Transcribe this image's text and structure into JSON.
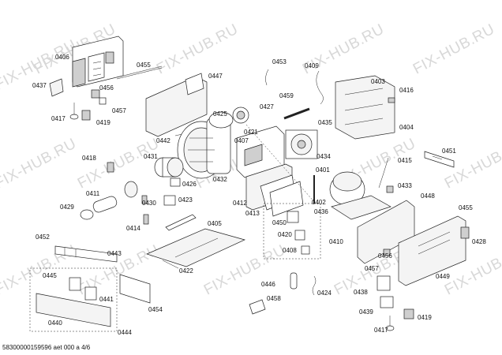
{
  "watermark": "FIX-HUB.RU",
  "footer": "5830000015959­6 aet 000 a 4/6",
  "labels": {
    "l0406": "0406",
    "l0437": "0437",
    "l0455a": "0455",
    "l0447": "0447",
    "l0453": "0453",
    "l0409": "0409",
    "l0403": "0403",
    "l0416": "0416",
    "l0456a": "0456",
    "l0457a": "0457",
    "l0417a": "0417",
    "l0419a": "0419",
    "l0459": "0459",
    "l0427": "0427",
    "l0425": "0425",
    "l0435": "0435",
    "l0404": "0404",
    "l0421": "0421",
    "l0442": "0442",
    "l0407": "0407",
    "l0434": "0434",
    "l0451": "0451",
    "l0418": "0418",
    "l0431": "0431",
    "l0415": "0415",
    "l0401": "0401",
    "l0426": "0426",
    "l0432": "0432",
    "l0433": "0433",
    "l0411": "0411",
    "l0412": "0412",
    "l0448": "0448",
    "l0423": "0423",
    "l0402": "0402",
    "l0430": "0430",
    "l0436": "0436",
    "l0413": "0413",
    "l0429": "0429",
    "l0405": "0405",
    "l0450": "0450",
    "l0455b": "0455",
    "l0414": "0414",
    "l0452": "0452",
    "l0420": "0420",
    "l0410": "0410",
    "l0428": "0428",
    "l0443": "0443",
    "l0408": "0408",
    "l0456b": "0456",
    "l0422": "0422",
    "l0445": "0445",
    "l0457b": "0457",
    "l0446": "0446",
    "l0449": "0449",
    "l0441": "0441",
    "l0424": "0424",
    "l0438": "0438",
    "l0458": "0458",
    "l0454": "0454",
    "l0440": "0440",
    "l0439": "0439",
    "l0444": "0444",
    "l0419b": "0419",
    "l0417b": "0417"
  }
}
